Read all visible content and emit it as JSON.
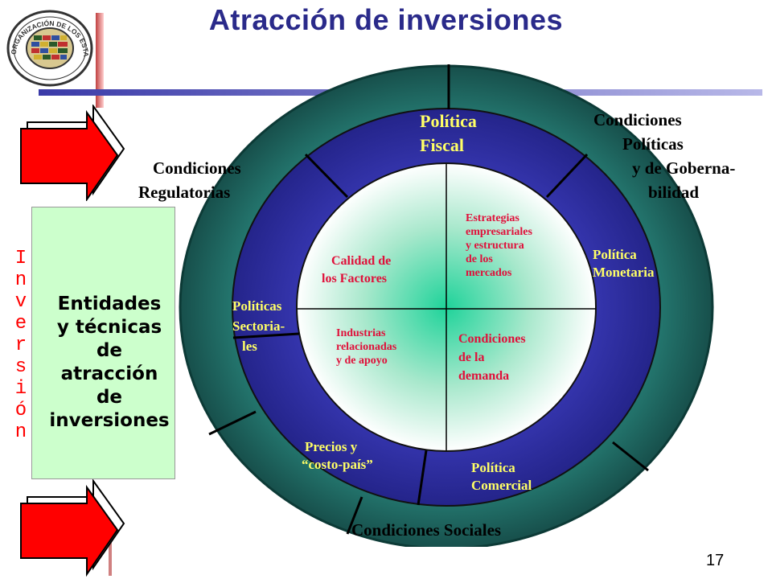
{
  "title": "Atracción de inversiones",
  "logo": {
    "arc_text": "ORGANIZACIÓN DE LOS ESTADOS AMERICANOS",
    "icon": "oas-seal-icon"
  },
  "left_panel": {
    "vertical_word": [
      "I",
      "n",
      "v",
      "e",
      "r",
      "s",
      "i",
      "ó",
      "n"
    ],
    "box_lines": [
      "Entidades",
      "y técnicas",
      "de atracción",
      "de inversiones"
    ]
  },
  "outer_ring": {
    "regulatorias": [
      "Condiciones",
      "Regulatorias"
    ],
    "politicas": [
      "Condiciones",
      "Políticas",
      "y de Goberna-",
      "bilidad"
    ],
    "sociales": "Condiciones Sociales"
  },
  "middle_ring": {
    "fiscal": [
      "Política",
      "Fiscal"
    ],
    "monetaria": [
      "Política",
      "Monetaria"
    ],
    "sectoriales": [
      "Políticas",
      "Sectoria-",
      "les"
    ],
    "precios": [
      "Precios y",
      "“costo-país”"
    ],
    "comercial": [
      "Política",
      "Comercial"
    ]
  },
  "inner_circle": {
    "factores": [
      "Calidad de",
      "los Factores"
    ],
    "estrategias": [
      "Estrategias",
      "empresariales",
      "y estructura",
      "de los",
      "mercados"
    ],
    "industrias": [
      "Industrias",
      "relacionadas",
      "y de apoyo"
    ],
    "demanda": [
      "Condiciones",
      "de la",
      "demanda"
    ]
  },
  "colors": {
    "title": "#2a2a8a",
    "outer_ring": "#1f6f6a",
    "middle_ring": "#2e2e9c",
    "inner_label": "#e0103a",
    "middle_label": "#ffff66",
    "arrow": "#ff0000",
    "panel": "#ccffcc",
    "accent_bar": "#4a4ab0"
  },
  "slide_number": "17"
}
